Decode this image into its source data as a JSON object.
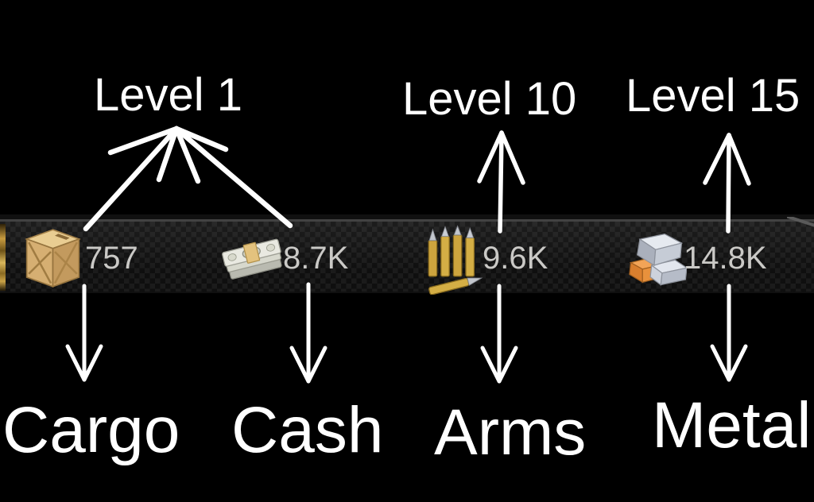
{
  "colors": {
    "background": "#000000",
    "annotation_text": "#ffffff",
    "arrow": "#ffffff",
    "bar_value_text": "#cac9c6",
    "bar_checker_dark": "#111111",
    "bar_checker_light": "#1e1e1e",
    "bar_top_line": "#424242",
    "crate_tan": "#d6af72",
    "cash_gray": "#e9e9e1",
    "bullet_gold": "#cda43e",
    "ingot_silver": "#c6ccd6",
    "ingot_copper": "#e0873a"
  },
  "annotations": {
    "top_labels": [
      {
        "id": "level-1",
        "text": "Level 1"
      },
      {
        "id": "level-10",
        "text": "Level 10"
      },
      {
        "id": "level-15",
        "text": "Level 15"
      }
    ],
    "bottom_labels": [
      {
        "id": "cargo",
        "text": "Cargo"
      },
      {
        "id": "cash",
        "text": "Cash"
      },
      {
        "id": "arms",
        "text": "Arms"
      },
      {
        "id": "metal",
        "text": "Metal"
      }
    ]
  },
  "resource_bar": {
    "items": [
      {
        "name": "cargo",
        "icon": "crate-icon",
        "value": "757"
      },
      {
        "name": "cash",
        "icon": "money-stack-icon",
        "value": "8.7K"
      },
      {
        "name": "arms",
        "icon": "bullets-icon",
        "value": "9.6K"
      },
      {
        "name": "metal",
        "icon": "metal-ingots-icon",
        "value": "14.8K"
      }
    ]
  }
}
